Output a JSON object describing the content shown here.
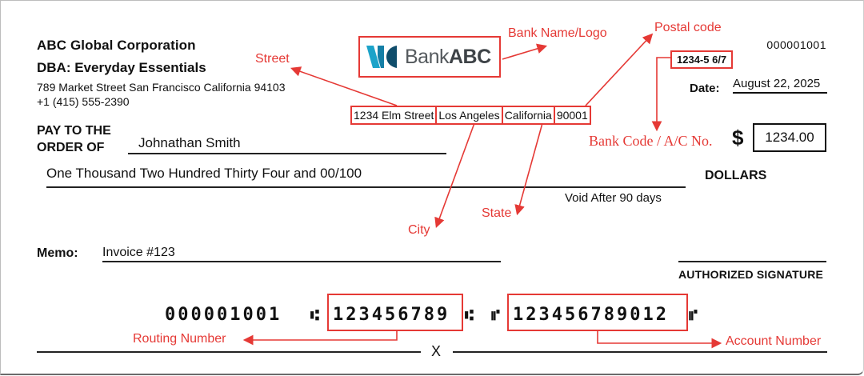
{
  "issuer": {
    "company": "ABC Global Corporation",
    "dba": "DBA: Everyday Essentials",
    "address": "789 Market Street San Francisco California 94103",
    "phone": "+1 (415) 555-2390"
  },
  "bank": {
    "logo_prefix": "Bank",
    "logo_suffix": "ABC",
    "address": {
      "street": "1234 Elm Street",
      "city": "Los Angeles",
      "state": "California",
      "postal_code": "90001"
    },
    "code": "1234-5 6/7"
  },
  "check": {
    "number": "000001001",
    "date_label": "Date:",
    "date": "August 22, 2025",
    "currency_symbol": "$",
    "amount": "1234.00",
    "pay_label_line1": "PAY TO THE",
    "pay_label_line2": "ORDER OF",
    "payee": "Johnathan Smith",
    "amount_words": "One Thousand Two Hundred Thirty Four and 00/100",
    "dollars_label": "DOLLARS",
    "void_notice": "Void After 90 days",
    "memo_label": "Memo:",
    "memo": "Invoice #123",
    "signature_label": "AUTHORIZED SIGNATURE",
    "signature_x": "X"
  },
  "micr": {
    "check_number": "000001001",
    "routing_open": "⑆",
    "routing_number": "123456789",
    "routing_close": "⑆",
    "account_open": "⑈",
    "account_number": "123456789012",
    "account_close": "⑈"
  },
  "annotations": {
    "street": "Street",
    "bank_name_logo": "Bank Name/Logo",
    "postal_code": "Postal code",
    "bank_code": "Bank Code / A/C No.",
    "city": "City",
    "state": "State",
    "routing_number": "Routing Number",
    "account_number": "Account Number",
    "color": "#e53935"
  }
}
